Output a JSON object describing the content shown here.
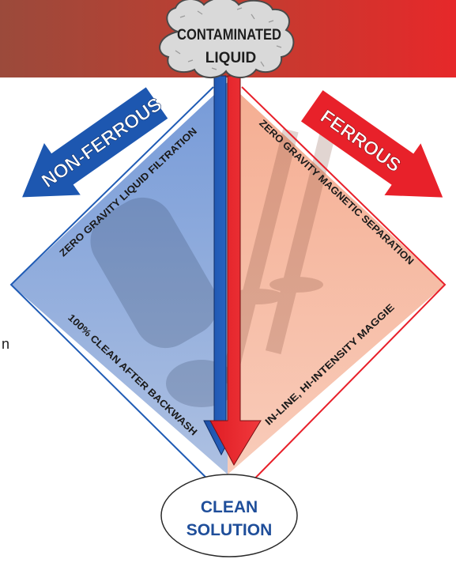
{
  "top_label": {
    "line1": "CONTAMINATED",
    "line2": "LIQUID"
  },
  "bottom_label": {
    "line1": "CLEAN",
    "line2": "SOLUTION"
  },
  "left_arrow_label": "NON-FERROUS",
  "right_arrow_label": "FERROUS",
  "left_upper_text": "ZERO GRAVITY LIQUID FILTRATION",
  "right_upper_text": "ZERO GRAVITY MAGNETIC SEPARATION",
  "left_lower_text": "100% CLEAN AFTER BACKWASH",
  "right_lower_text": "IN-LINE, HI-INTENSITY MAGGIE",
  "stray_mark": "n",
  "colors": {
    "blue": "#1f5bb5",
    "red": "#e8202a",
    "dark_blue": "#1f4e9a",
    "banner_left": "#9a4a3a",
    "banner_right": "#e12a2a"
  }
}
